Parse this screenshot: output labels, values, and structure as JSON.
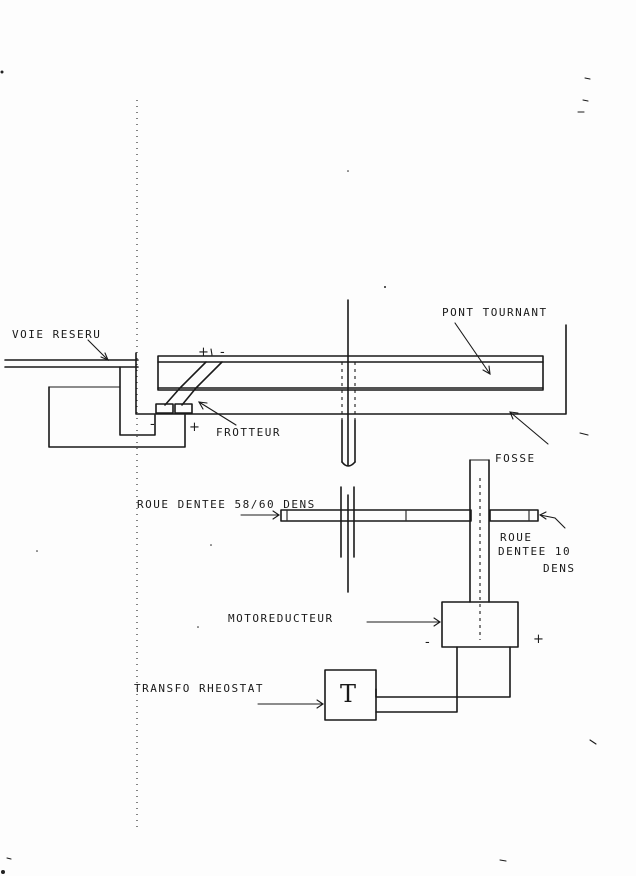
{
  "labels": {
    "voie_reseau": "VOIE RESERU",
    "pont_tournant": "PONT TOURNANT",
    "frotteur": "FROTTEUR",
    "fosse": "FOSSE",
    "roue_dentee_58": "ROUE DENTEE 58/60 DENS",
    "roue_dentee_10_line1": "ROUE",
    "roue_dentee_10_line2": "DENTEE 10",
    "roue_dentee_10_line3": "DENS",
    "motoreducteur": "MOTOREDUCTEUR",
    "transfo_rheostat": "TRANSFO RHEOSTAT"
  },
  "symbols": {
    "plus_rail": "+",
    "minus_rail": "-",
    "minus_frotteur": "-",
    "plus_frotteur": "+",
    "minus_motor": "-",
    "plus_motor": "+",
    "transfo": "T"
  }
}
